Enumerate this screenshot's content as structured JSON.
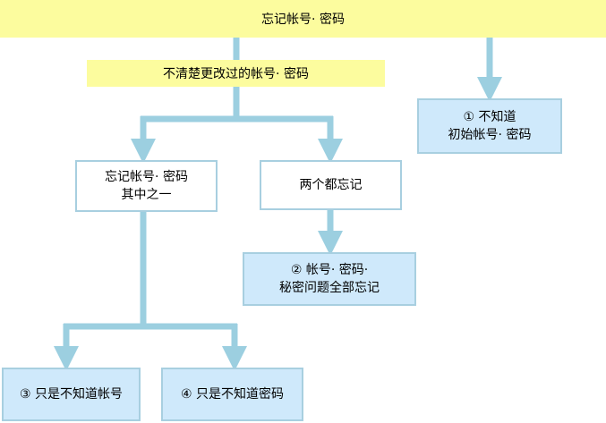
{
  "colors": {
    "banner": "#fcfc9e",
    "connector": "#9ccfe0",
    "box_border": "#a8cfe0",
    "box_blue": "#cfe9fb",
    "box_white": "#ffffff"
  },
  "top_banner": {
    "label": "忘记帐号· 密码"
  },
  "sub_banner": {
    "label": "不清楚更改过的帐号· 密码"
  },
  "nodes": {
    "n1": {
      "line1": "① 不知道",
      "line2": "初始帐号· 密码"
    },
    "forgot_one": {
      "line1": "忘记帐号· 密码",
      "line2": "其中之一"
    },
    "forgot_both": {
      "line1": "两个都忘记"
    },
    "n2": {
      "line1": "② 帐号· 密码·",
      "line2": "秘密问题全部忘记"
    },
    "n3": {
      "line1": "③ 只是不知道帐号"
    },
    "n4": {
      "line1": "④ 只是不知道密码"
    }
  }
}
